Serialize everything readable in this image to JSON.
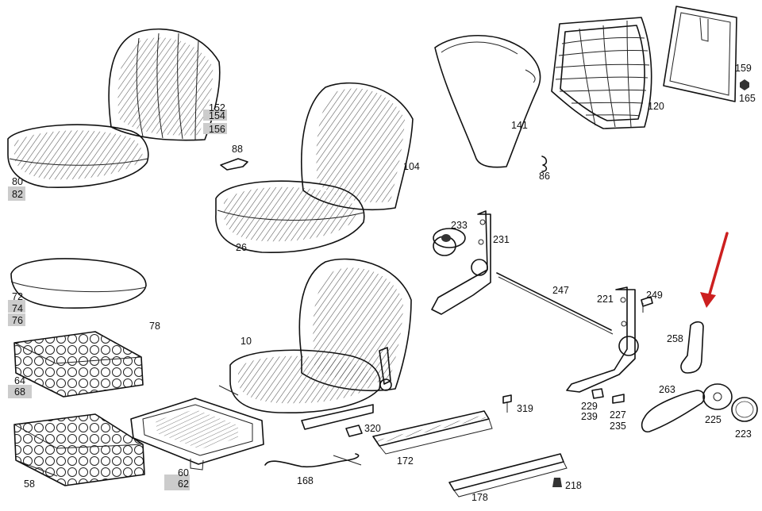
{
  "colors": {
    "line": "#111111",
    "highlight": "#cccccc",
    "arrow": "#cc1f1f",
    "background": "#ffffff"
  },
  "labels": {
    "l152": "152",
    "l154": "154",
    "l156": "156",
    "l80": "80",
    "l82": "82",
    "l88": "88",
    "l104": "104",
    "l26": "26",
    "l141": "141",
    "l86": "86",
    "l120": "120",
    "l159": "159",
    "l165": "165",
    "l233": "233",
    "l231": "231",
    "l247": "247",
    "l221": "221",
    "l249": "249",
    "l72": "72",
    "l74": "74",
    "l76": "76",
    "l78": "78",
    "l64": "64",
    "l68": "68",
    "l10": "10",
    "l258": "258",
    "l229": "229",
    "l239": "239",
    "l227": "227",
    "l235": "235",
    "l263": "263",
    "l225": "225",
    "l223": "223",
    "l319": "319",
    "l320": "320",
    "l172": "172",
    "l60": "60",
    "l62": "62",
    "l58": "58",
    "l168": "168",
    "l218": "218",
    "l178": "178"
  },
  "highlighted_labels": [
    "154",
    "156",
    "82",
    "74",
    "76",
    "68",
    "62"
  ],
  "pointer": {
    "icon": "red-arrow-icon",
    "target": "258"
  }
}
